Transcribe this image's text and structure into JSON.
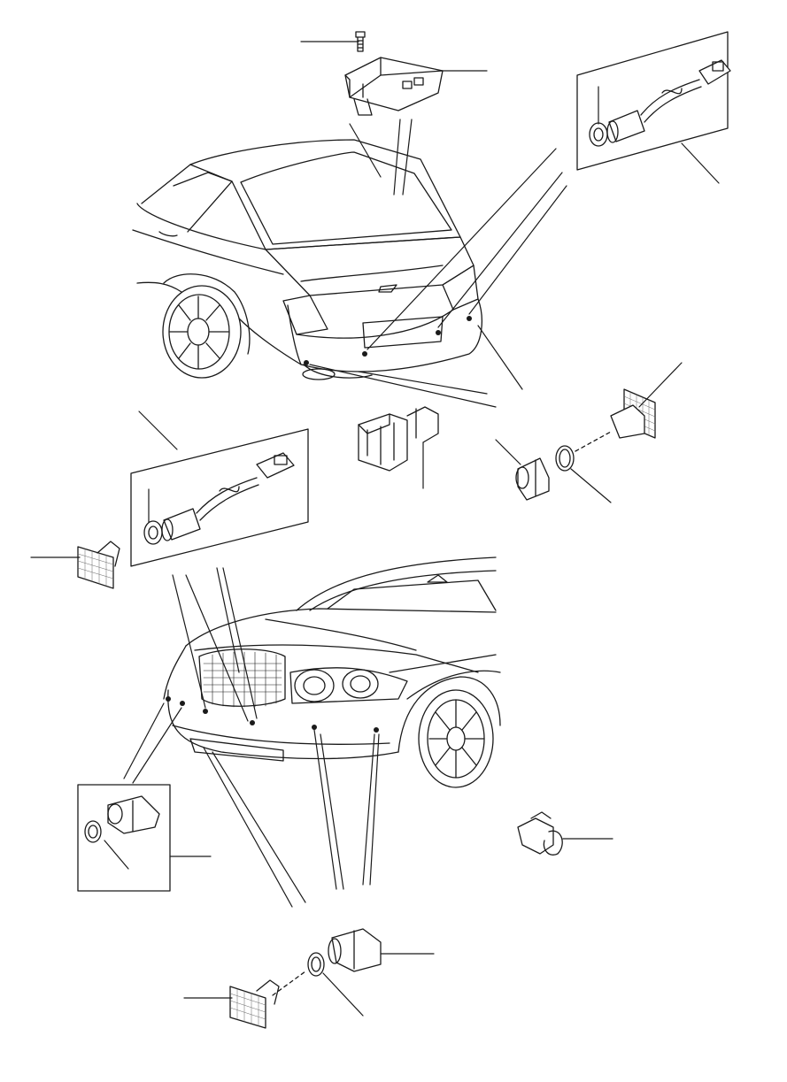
{
  "diagram": {
    "background": "#ffffff",
    "ink": "#1a1a1a",
    "sensor_fill": "#4a4a4a",
    "mesh": "#666666"
  },
  "parts": [
    {
      "id": "control-module",
      "icon": "parking-aid-control-module"
    },
    {
      "id": "module-screw",
      "icon": "screw"
    },
    {
      "id": "rear-outer-sensor-kit",
      "icon": "sensor-with-harness"
    },
    {
      "id": "rear-sensor-kit",
      "icon": "sensor-with-harness"
    },
    {
      "id": "rear-sensor-bracket",
      "icon": "bracket"
    },
    {
      "id": "rear-sensor",
      "icon": "ultrasonic-sensor"
    },
    {
      "id": "rear-sensor-seal",
      "icon": "o-ring"
    },
    {
      "id": "rear-sensor-housing",
      "icon": "mesh-housing"
    },
    {
      "id": "front-sensor-kit",
      "icon": "ultrasonic-sensor"
    },
    {
      "id": "front-sensor-housing-left",
      "icon": "mesh-housing"
    },
    {
      "id": "front-sensor",
      "icon": "ultrasonic-sensor"
    },
    {
      "id": "front-sensor-seal",
      "icon": "o-ring"
    },
    {
      "id": "front-sensor-housing",
      "icon": "mesh-housing"
    },
    {
      "id": "sensor-clip",
      "icon": "clip"
    }
  ]
}
